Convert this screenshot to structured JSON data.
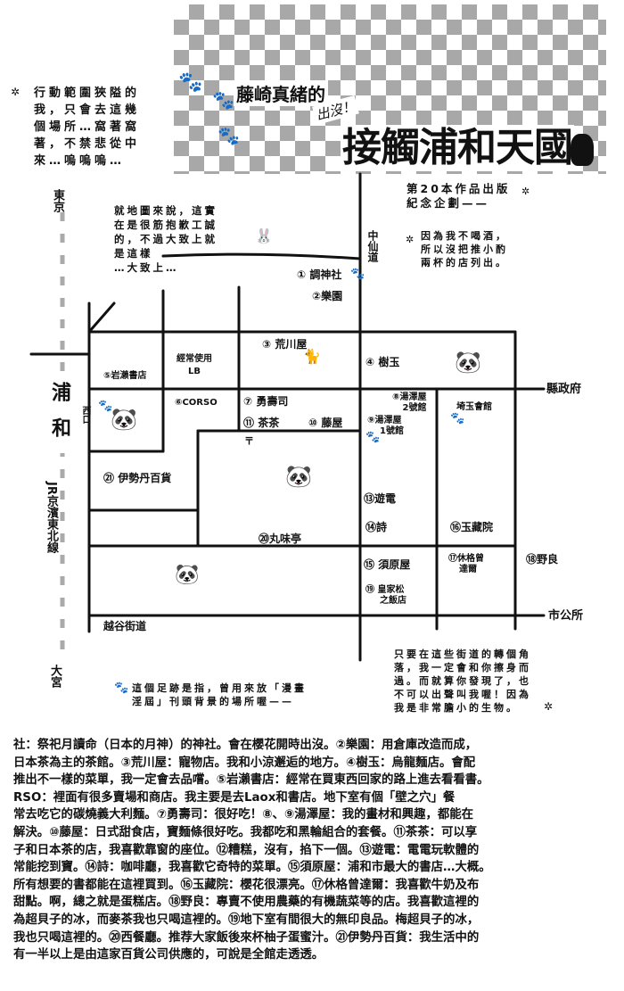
{
  "header": {
    "subtitle": "藤崎真緒的",
    "appear": "出沒！",
    "title": "接觸浦和天國"
  },
  "notes": {
    "top_left": [
      "行動範圍狹隘的",
      "我，只會去這幾",
      "個場所…窩著窩",
      "著，不禁悲從中",
      "來…嗚嗚嗚…"
    ],
    "map_note": [
      "就地圖來說，這實",
      "在是很筋抱歉工誠",
      "的，不過大致上就",
      "是這樣",
      "…大致上…"
    ],
    "anniversary": [
      "第20本作品出版",
      "紀念企劃——"
    ],
    "no_drink": [
      "因為我不喝酒，",
      "所以沒把推小酌",
      "兩杯的店列出。"
    ],
    "footprint": [
      "這個足跡是指，曾用來放「漫畫",
      "淫屆」刊頭背景的場所喔——"
    ],
    "bottom_right": [
      "只要在這些街道的轉個角",
      "落，我一定會和你擦身而",
      "過。而就算你發現了，也",
      "不可以出聲叫我喔！因為",
      "我是非常膽小的生物。"
    ]
  },
  "map": {
    "directions": {
      "tokyo": "東京",
      "urawa": "浦和",
      "jr_line": "JR京濱東北線",
      "omiya": "大宮",
      "west_exit": "西口",
      "nakasendo": "中仙道",
      "prefecture": "縣政府",
      "city_hall": "市公所",
      "koshigaya": "越谷街道",
      "often_used": "經常使用",
      "lb": "LB",
      "saitama_hall": "埼玉會館",
      "post": "〒"
    },
    "places": [
      {
        "num": "①",
        "name": "調神社"
      },
      {
        "num": "②",
        "name": "樂園"
      },
      {
        "num": "③",
        "name": "荒川屋"
      },
      {
        "num": "④",
        "name": "樹玉"
      },
      {
        "num": "⑤",
        "name": "岩瀨書店"
      },
      {
        "num": "⑥",
        "name": "CORSO"
      },
      {
        "num": "⑦",
        "name": "勇壽司"
      },
      {
        "num": "⑧",
        "name": "湯澤屋",
        "sub": "2號館"
      },
      {
        "num": "⑨",
        "name": "湯澤屋",
        "sub": "1號館"
      },
      {
        "num": "⑩",
        "name": "藤屋"
      },
      {
        "num": "⑪",
        "name": "茶茶"
      },
      {
        "num": "⑬",
        "name": "遊電"
      },
      {
        "num": "⑭",
        "name": "詩"
      },
      {
        "num": "⑮",
        "name": "須原屋"
      },
      {
        "num": "⑯",
        "name": "玉藏院"
      },
      {
        "num": "⑰",
        "name": "休格曾",
        "sub": "達爾"
      },
      {
        "num": "⑱",
        "name": "野良"
      },
      {
        "num": "⑲",
        "name": "皇家松",
        "sub": "之飯店"
      },
      {
        "num": "⑳",
        "name": "丸味亭"
      },
      {
        "num": "㉑",
        "name": "伊勢丹百貨"
      }
    ]
  },
  "description": [
    "社：祭祀月讀命（日本的月神）的神社。會在櫻花開時出沒。②樂園：用倉庫改造而成，",
    "日本茶為主的茶館。③荒川屋：寵物店。我和小涼邂逅的地方。④樹玉：烏龍麵店。會配",
    "推出不一樣的菜單，我一定會去品嚐。⑤岩瀨書店：經常在買東西回家的路上進去看看書。",
    "RSO：裡面有很多賣場和商店。我主要是去Laox和書店。地下室有個「壁之穴」餐",
    "常去吃它的碳燒義大利麵。⑦勇壽司：很好吃！⑧、⑨湯澤屋：我的畫材和興趣，都能在",
    "解決。⑩藤屋：日式甜食店，寶麵條很好吃。我都吃和黑輪組合的套餐。⑪茶茶：可以享",
    "子和日本茶的店，我喜歡靠窗的座位。⑫糟糕，沒有，掐下一個。⑬遊電：電電玩軟體的",
    "常能挖到寶。⑭詩：咖啡廳，我喜歡它奇特的菜單。⑮須原屋：浦和市最大的書店…大概。",
    "所有想要的書都能在這裡買到。⑯玉藏院：櫻花很漂亮。⑰休格曾達爾：我喜歡牛奶及布",
    "甜點。啊，總之就是蛋糕店。⑱野良：專賣不使用農藥的有機蔬菜等的店。我喜歡這裡的",
    "為超貝子的冰，而麥茶我也只喝這裡的。⑲地下室有間很大的無印良品。梅超貝子的冰，",
    "我也只喝這裡的。⑳西餐廳。推荐大家飯後來杯柚子蛋蜜汁。㉑伊勢丹百貨：我生活中的",
    "有一半以上是由這家百貨公司供應的，可說是全館走透透。"
  ]
}
